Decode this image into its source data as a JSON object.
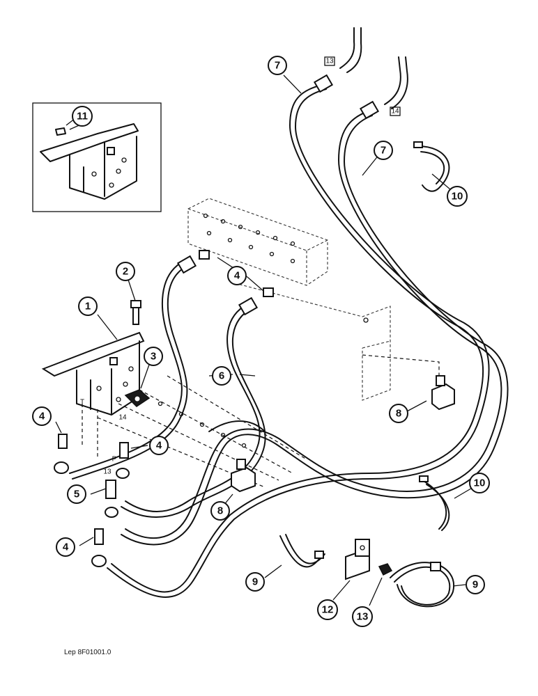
{
  "diagram": {
    "reference": "Lep 8F01001.0",
    "callouts": [
      {
        "id": "c1",
        "label": "1"
      },
      {
        "id": "c2",
        "label": "2"
      },
      {
        "id": "c3",
        "label": "3"
      },
      {
        "id": "c4a",
        "label": "4"
      },
      {
        "id": "c4b",
        "label": "4"
      },
      {
        "id": "c4c",
        "label": "4"
      },
      {
        "id": "c4d",
        "label": "4"
      },
      {
        "id": "c5",
        "label": "5"
      },
      {
        "id": "c6",
        "label": "6"
      },
      {
        "id": "c7a",
        "label": "7"
      },
      {
        "id": "c7b",
        "label": "7"
      },
      {
        "id": "c8a",
        "label": "8"
      },
      {
        "id": "c8b",
        "label": "8"
      },
      {
        "id": "c9a",
        "label": "9"
      },
      {
        "id": "c9b",
        "label": "9"
      },
      {
        "id": "c10a",
        "label": "10"
      },
      {
        "id": "c10b",
        "label": "10"
      },
      {
        "id": "c11",
        "label": "11"
      },
      {
        "id": "c12",
        "label": "12"
      },
      {
        "id": "c13",
        "label": "13"
      }
    ],
    "boxed_labels": {
      "b13": "13",
      "b14": "14"
    },
    "port_labels": {
      "t": "T",
      "p": "P",
      "n13": "13",
      "n14": "14"
    }
  }
}
